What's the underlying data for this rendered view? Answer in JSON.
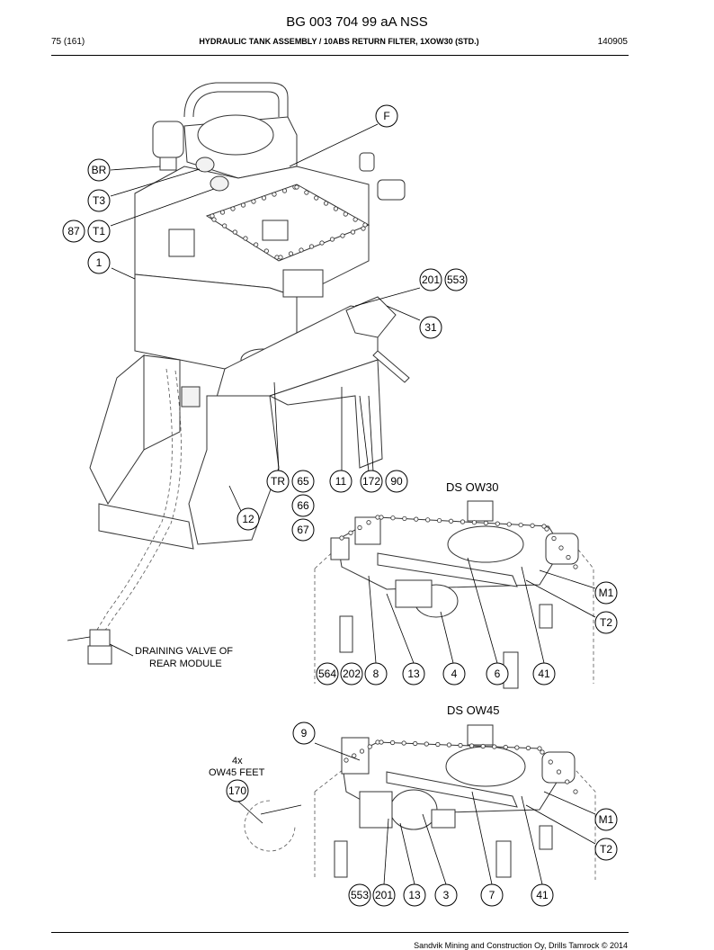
{
  "header": {
    "doc_number": "BG 003 704 99 aA NSS",
    "page_counter": "75 (161)",
    "title": "HYDRAULIC TANK ASSEMBLY / 10ABS RETURN FILTER, 1XOW30 (STD.)",
    "code": "140905"
  },
  "drawing": {
    "section_ow30": "DS OW30",
    "section_ow45": "DS OW45",
    "note_drain": [
      "DRAINING VALVE OF",
      "REAR MODULE"
    ],
    "note_feet": [
      "4x",
      "OW45 FEET"
    ],
    "callouts_main": [
      "F",
      "BR",
      "T3",
      "87",
      "T1",
      "1",
      "201",
      "553",
      "31",
      "TR",
      "65",
      "66",
      "67",
      "11",
      "172",
      "90",
      "12"
    ],
    "callouts_ow30": [
      "M1",
      "T2",
      "564",
      "202",
      "8",
      "13",
      "4",
      "6",
      "41"
    ],
    "callouts_ow45": [
      "9",
      "170",
      "M1",
      "T2",
      "553",
      "201",
      "13",
      "3",
      "7",
      "41"
    ]
  },
  "footer": {
    "copyright": "Sandvik Mining and Construction Oy, Drills Tamrock © 2014"
  }
}
